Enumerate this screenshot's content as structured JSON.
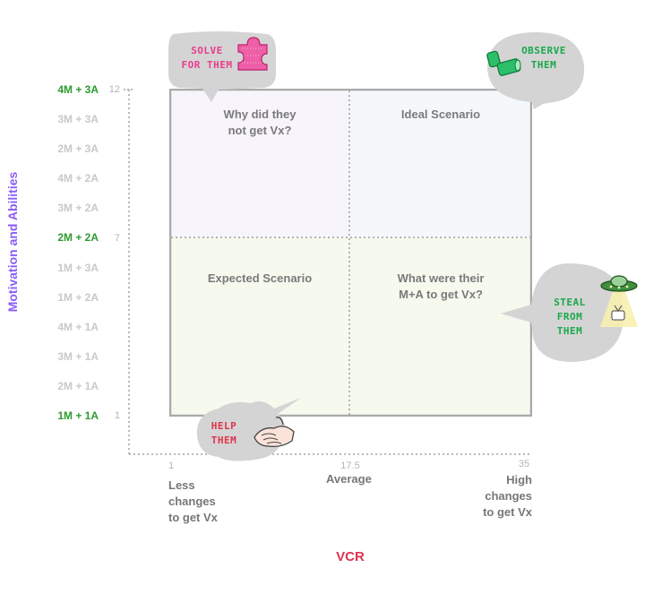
{
  "axes": {
    "y_title": "Motivation and Abilities",
    "x_title": "VCR",
    "y_tick_top": "12",
    "y_tick_mid": "7",
    "y_tick_bottom": "1",
    "x_tick_left": "1",
    "x_tick_mid": "17.5",
    "x_tick_right": "35"
  },
  "y_labels": [
    {
      "text": "4M + 3A",
      "highlight": true
    },
    {
      "text": "3M + 3A",
      "highlight": false
    },
    {
      "text": "2M + 3A",
      "highlight": false
    },
    {
      "text": "4M + 2A",
      "highlight": false
    },
    {
      "text": "3M + 2A",
      "highlight": false
    },
    {
      "text": "2M + 2A",
      "highlight": true
    },
    {
      "text": "1M + 3A",
      "highlight": false
    },
    {
      "text": "1M + 2A",
      "highlight": false
    },
    {
      "text": "4M + 1A",
      "highlight": false
    },
    {
      "text": "3M + 1A",
      "highlight": false
    },
    {
      "text": "2M + 1A",
      "highlight": false
    },
    {
      "text": "1M + 1A",
      "highlight": true
    }
  ],
  "x_labels": {
    "left": "Less\nchanges\nto get Vx",
    "mid": "Average",
    "right": "High\nchanges\nto get Vx"
  },
  "quadrants": {
    "top_left": "Why did they\nnot get Vx?",
    "top_right": "Ideal Scenario",
    "bottom_left": "Expected Scenario",
    "bottom_right": "What were their\nM+A to get Vx?"
  },
  "bubbles": {
    "solve": "SOLVE\nFOR THEM",
    "observe": "OBSERVE\nTHEM",
    "steal": "STEAL\nFROM\nTHEM",
    "help": "HELP\nTHEM"
  },
  "colors": {
    "green_label": "#2e9b2e",
    "grey_label": "#c9c9c9",
    "y_title": "#8b5cf6",
    "x_title": "#e0334d",
    "q_top_left": "#f8f4fb",
    "q_top_right": "#f4f8fb",
    "q_bottom_left": "#f6f9ee",
    "q_bottom_right": "#f6f9ee",
    "bubble": "#d4d4d4",
    "solve_text": "#e83e8c",
    "observe_text": "#1aa84b",
    "steal_text": "#1aa84b",
    "help_text": "#e0334d"
  },
  "icons": [
    "puzzle-piece-icon",
    "binoculars-icon",
    "ufo-icon",
    "handshake-icon"
  ]
}
